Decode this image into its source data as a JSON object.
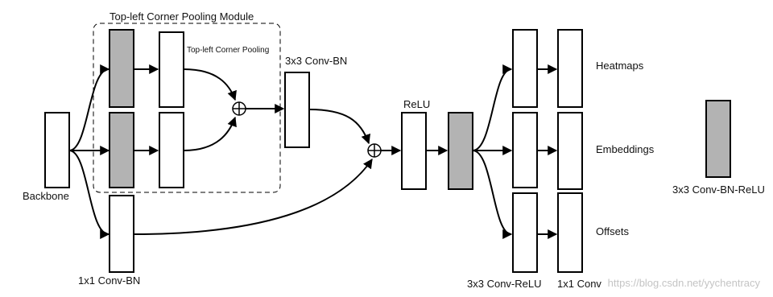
{
  "labels": {
    "module_title": "Top-left Corner Pooling Module",
    "pooling": "Top-left Corner Pooling",
    "conv_bn_3x3": "3x3 Conv-BN",
    "backbone": "Backbone",
    "conv_bn_1x1": "1x1 Conv-BN",
    "relu": "ReLU",
    "heatmaps": "Heatmaps",
    "embeddings": "Embeddings",
    "offsets": "Offsets",
    "conv_relu_3x3": "3x3 Conv-ReLU",
    "conv_1x1": "1x1 Conv",
    "legend": "3x3 Conv-BN-ReLU"
  },
  "watermark": "https://blog.csdn.net/yychentracy",
  "colors": {
    "gray_block": "#b3b3b3",
    "stroke": "#000000"
  }
}
